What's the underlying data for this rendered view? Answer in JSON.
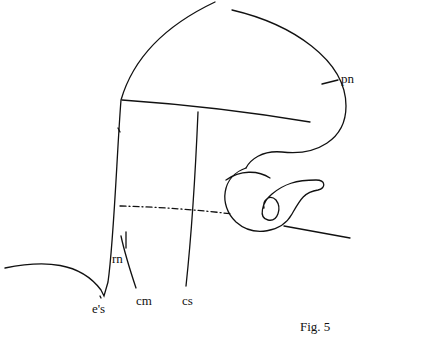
{
  "diagram": {
    "labels": [
      "pn",
      "rn",
      "e's",
      "cm",
      "cs",
      "Fig. 5"
    ]
  }
}
